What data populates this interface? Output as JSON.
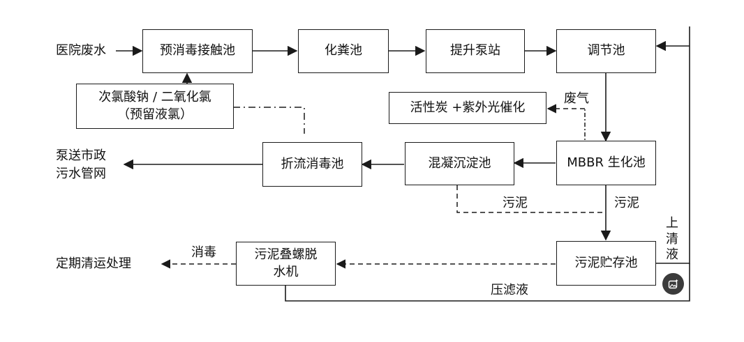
{
  "boxes": {
    "pre_disinfection": "预消毒接触池",
    "septic": "化粪池",
    "lift_pump": "提升泵站",
    "regulating": "调节池",
    "chlorine_line1": "次氯酸钠 / 二氧化氯",
    "chlorine_line2": "（预留液氯）",
    "activated_carbon": "活性炭 +紫外光催化",
    "mbbr": "MBBR 生化池",
    "coagulation": "混凝沉淀池",
    "baffled_disinfection": "折流消毒池",
    "sludge_storage": "污泥贮存池",
    "dewater_line1": "污泥叠螺脱",
    "dewater_line2": "水机"
  },
  "labels": {
    "hospital_wastewater": "医院废水",
    "exhaust_gas": "废气",
    "pump_to_line1": "泵送市政",
    "pump_to_line2": "污水管网",
    "sludge_a": "污泥",
    "sludge_b": "污泥",
    "supernatant": [
      "上",
      "清",
      "液"
    ],
    "disinfect": "消毒",
    "periodic_disposal": "定期清运处理",
    "filtrate": "压滤液"
  },
  "colors": {
    "line": "#1a1a1a",
    "fab_bg": "#3b3b3b"
  },
  "icons": {
    "fab": "image-sparkle-icon"
  }
}
